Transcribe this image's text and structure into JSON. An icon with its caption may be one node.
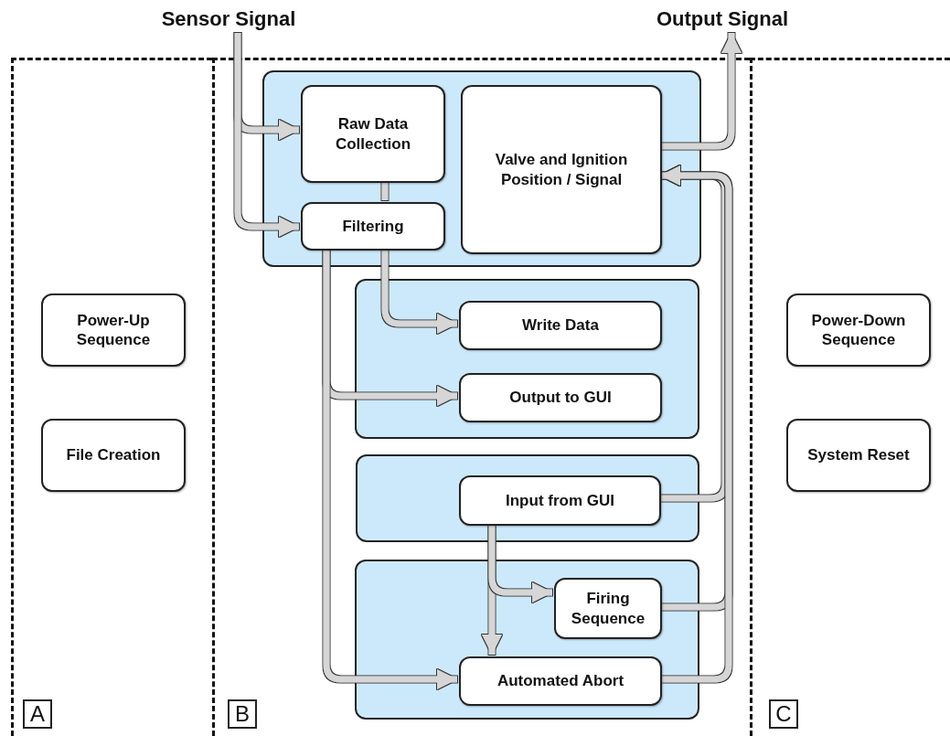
{
  "diagram": {
    "nodes": [
      {
        "text": [],
        "shape": "box"
      },
      {
        "text": [
          "A"
        ],
        "in": 0
      },
      {
        "text": [
          "Power-Up Sequence"
        ],
        "in": 0
      },
      {
        "text": [
          "File Creation"
        ],
        "in": 0
      },
      {
        "text": [],
        "shape": "box"
      },
      {
        "text": [
          "B"
        ],
        "in": 4
      },
      {
        "text": [],
        "shape": "box",
        "in": 4
      },
      {
        "text": [
          "Raw Data Collection"
        ],
        "in": 6
      },
      {
        "text": [
          "Filtering"
        ],
        "in": 6
      },
      {
        "text": [
          "Valve and Ignition Position / Signal"
        ],
        "in": 6
      },
      {
        "text": [],
        "shape": "box",
        "in": 4
      },
      {
        "text": [
          "Write Data"
        ],
        "in": 10
      },
      {
        "text": [
          "Output to GUI"
        ],
        "in": 10
      },
      {
        "text": [],
        "shape": "box",
        "in": 4
      },
      {
        "text": [
          "Input from GUI"
        ],
        "in": 13
      },
      {
        "text": [],
        "shape": "box",
        "in": 4
      },
      {
        "text": [
          "Firing Sequence"
        ],
        "in": 15
      },
      {
        "text": [
          "Automated Abort"
        ],
        "in": 15
      },
      {
        "text": [],
        "shape": "box"
      },
      {
        "text": [
          "C"
        ],
        "in": 18
      },
      {
        "text": [
          "Power-Down Sequence"
        ],
        "in": 18
      },
      {
        "text": [
          "System Reset"
        ],
        "in": 18
      },
      {
        "text": [
          "Sensor Signal"
        ]
      },
      {
        "text": [
          "Output Signal"
        ]
      }
    ],
    "edges": [
      {
        "from": 22,
        "to": 7,
        "arrow": "to"
      },
      {
        "from": 22,
        "to": 8,
        "arrow": "to"
      },
      {
        "from": 7,
        "to": 8,
        "arrow": "none"
      },
      {
        "from": 8,
        "to": 11,
        "arrow": "to"
      },
      {
        "from": 8,
        "to": 12,
        "arrow": "to"
      },
      {
        "from": 8,
        "to": 17,
        "arrow": "to"
      },
      {
        "from": 14,
        "to": 9,
        "arrow": "to"
      },
      {
        "from": 16,
        "to": 9,
        "arrow": "to"
      },
      {
        "from": 17,
        "to": 9,
        "arrow": "to"
      },
      {
        "from": 14,
        "to": 17,
        "arrow": "to"
      },
      {
        "from": 14,
        "to": 16,
        "arrow": "to"
      },
      {
        "from": 9,
        "to": 23,
        "arrow": "to"
      }
    ]
  }
}
